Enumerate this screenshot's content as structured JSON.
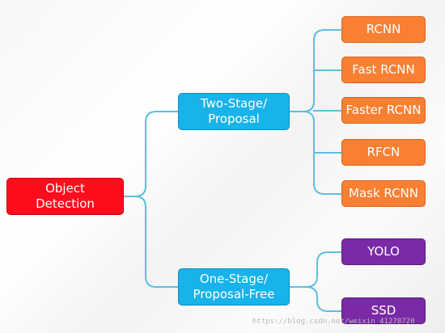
{
  "diagram": {
    "root": "Object\nDetection",
    "branches": [
      {
        "label": "Two-Stage/\nProposal",
        "children": [
          "RCNN",
          "Fast RCNN",
          "Faster RCNN",
          "RFCN",
          "Mask RCNN"
        ]
      },
      {
        "label": "One-Stage/\nProposal-Free",
        "children": [
          "YOLO",
          "SSD"
        ]
      }
    ]
  },
  "colors": {
    "root": "#ff0d1c",
    "stage": "#17b3ea",
    "two_stage_leaf": "#f98032",
    "one_stage_leaf": "#7a2aa6",
    "connector": "#5bbfe0"
  },
  "watermark": "https://blog.csdn.net/weixin_41278720"
}
